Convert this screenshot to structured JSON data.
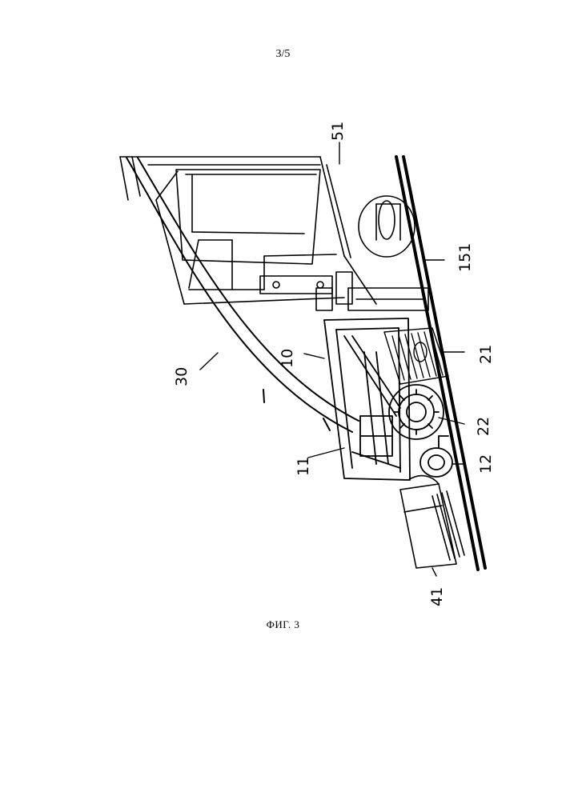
{
  "page": {
    "number": "3/5"
  },
  "figure": {
    "caption": "ФИГ. 3",
    "labels": {
      "l51": "51",
      "l30": "30",
      "l10": "10",
      "l151": "151",
      "l21": "21",
      "l22": "22",
      "l11": "11",
      "l12": "12",
      "l41": "41"
    }
  }
}
